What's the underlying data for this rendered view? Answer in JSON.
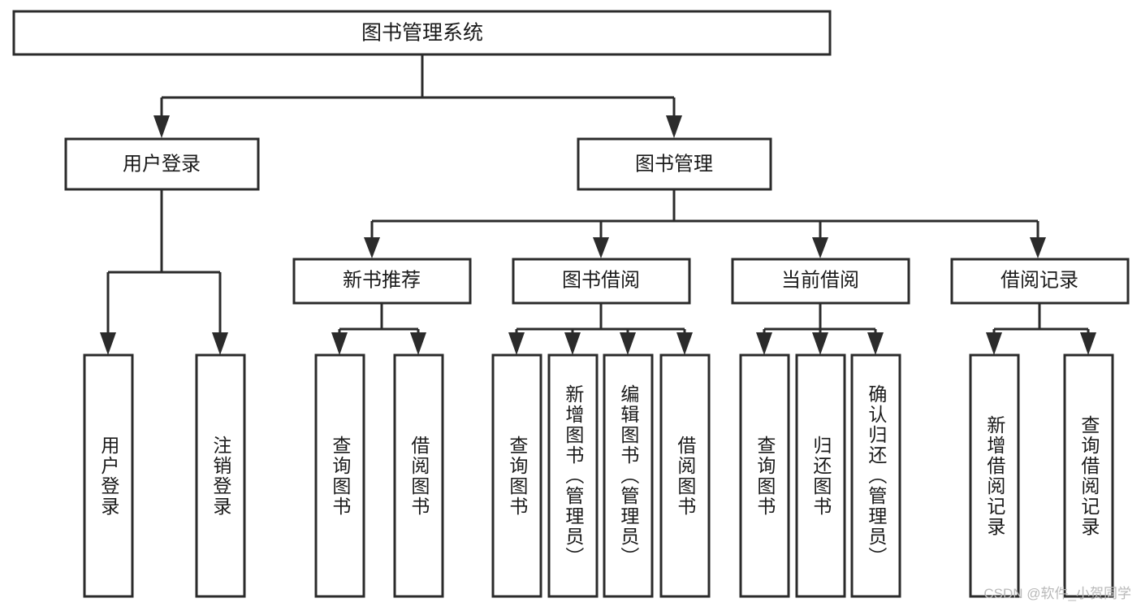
{
  "diagram": {
    "title": "图书管理系统",
    "type": "tree",
    "colors": {
      "box_stroke": "#2b2b2b",
      "box_fill": "#ffffff",
      "text": "#1a1a1a",
      "background": "#ffffff",
      "watermark": "#b9b9b9"
    },
    "root": {
      "label": "图书管理系统"
    },
    "level1": [
      {
        "label": "用户登录"
      },
      {
        "label": "图书管理"
      }
    ],
    "level2": [
      {
        "label": "新书推荐"
      },
      {
        "label": "图书借阅"
      },
      {
        "label": "当前借阅"
      },
      {
        "label": "借阅记录"
      }
    ],
    "leaves": {
      "user_login": [
        {
          "label": "用户登录"
        },
        {
          "label": "注销登录"
        }
      ],
      "new_book_recommend": [
        {
          "label": "查询图书"
        },
        {
          "label": "借阅图书"
        }
      ],
      "book_borrow": [
        {
          "label": "查询图书"
        },
        {
          "label": "新增图书（管理员）"
        },
        {
          "label": "编辑图书（管理员）"
        },
        {
          "label": "借阅图书"
        }
      ],
      "current_borrow": [
        {
          "label": "查询图书"
        },
        {
          "label": "归还图书"
        },
        {
          "label": "确认归还（管理员）"
        }
      ],
      "borrow_record": [
        {
          "label": "新增借阅记录"
        },
        {
          "label": "查询借阅记录"
        }
      ]
    }
  },
  "watermark": {
    "text": "CSDN @软件_小贺同学"
  }
}
